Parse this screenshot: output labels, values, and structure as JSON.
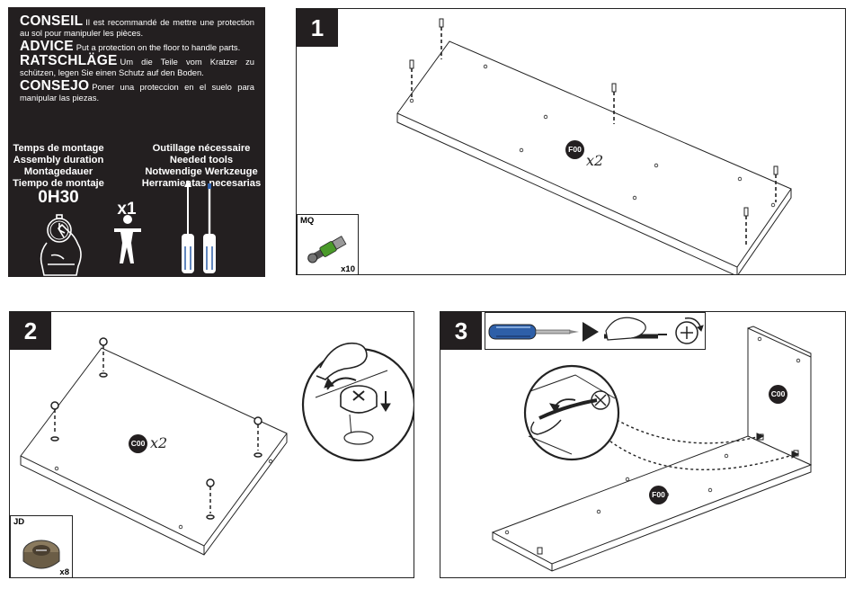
{
  "advice": [
    {
      "head": "CONSEIL",
      "body": "Il est recommandé de mettre une protection au sol pour manipuler les pièces."
    },
    {
      "head": "ADVICE",
      "body": "Put a protection on the floor to handle parts."
    },
    {
      "head": "RATSCHLÄGE",
      "body": "Um die Teile vom Kratzer zu schützen, legen Sie einen Schutz auf den Boden."
    },
    {
      "head": "CONSEJO",
      "body": "Poner una proteccion en el suelo para manipular las piezas."
    }
  ],
  "assembly_time": {
    "labels": [
      "Temps de montage",
      "Assembly duration",
      "Montagedauer",
      "Tiempo de montaje"
    ],
    "value": "0H30"
  },
  "tools": {
    "labels": [
      "Outillage nécessaire",
      "Needed tools",
      "Notwendige Werkzeuge",
      "Herramientas necesarias"
    ]
  },
  "persons": "x1",
  "icons": {
    "stopwatch": "stopwatch-hand-icon",
    "person": "person-icon",
    "screwdrivers": "screwdrivers-icon"
  },
  "colors": {
    "dark": "#231f20",
    "green": "#4a9a2a",
    "blue": "#2e5fa8",
    "white": "#ffffff"
  },
  "steps": [
    {
      "number": "1",
      "part": "F00",
      "qty": "x2",
      "hardware": {
        "code": "MQ",
        "qty": "x10"
      }
    },
    {
      "number": "2",
      "part": "C00",
      "qty": "x2",
      "hardware": {
        "code": "JD",
        "qty": "x8"
      }
    },
    {
      "number": "3",
      "parts": [
        "C00",
        "F00"
      ]
    }
  ]
}
